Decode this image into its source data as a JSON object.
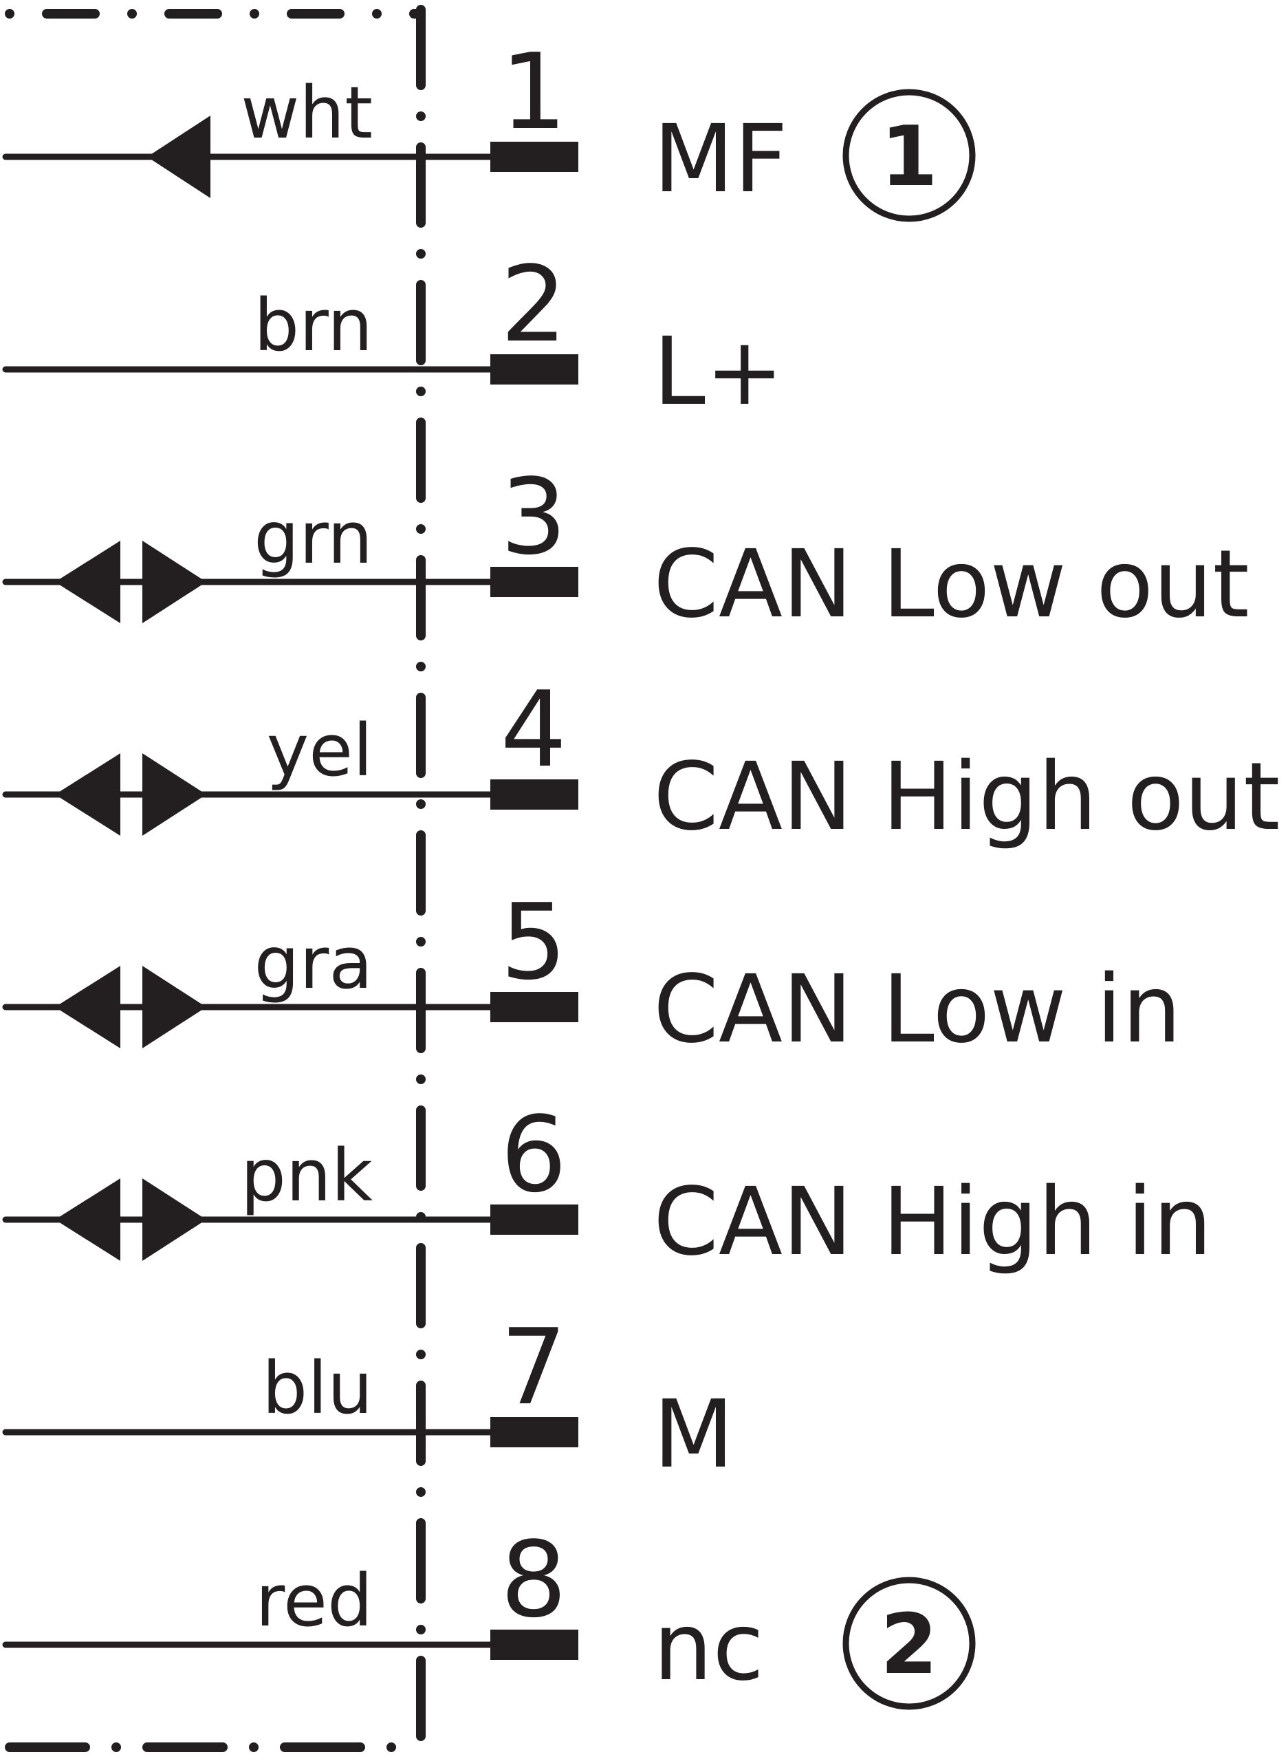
{
  "ink_color": "#231f20",
  "pins": [
    {
      "number": "1",
      "wire": "wht",
      "signal": "MF",
      "note": "1",
      "arrow": "in"
    },
    {
      "number": "2",
      "wire": "brn",
      "signal": "L+",
      "arrow": "none"
    },
    {
      "number": "3",
      "wire": "grn",
      "signal": "CAN Low out",
      "arrow": "both"
    },
    {
      "number": "4",
      "wire": "yel",
      "signal": "CAN High out",
      "arrow": "both"
    },
    {
      "number": "5",
      "wire": "gra",
      "signal": "CAN Low in",
      "arrow": "both"
    },
    {
      "number": "6",
      "wire": "pnk",
      "signal": "CAN High in",
      "arrow": "both"
    },
    {
      "number": "7",
      "wire": "blu",
      "signal": "M",
      "arrow": "none"
    },
    {
      "number": "8",
      "wire": "red",
      "signal": "nc",
      "note": "2",
      "arrow": "none"
    }
  ]
}
